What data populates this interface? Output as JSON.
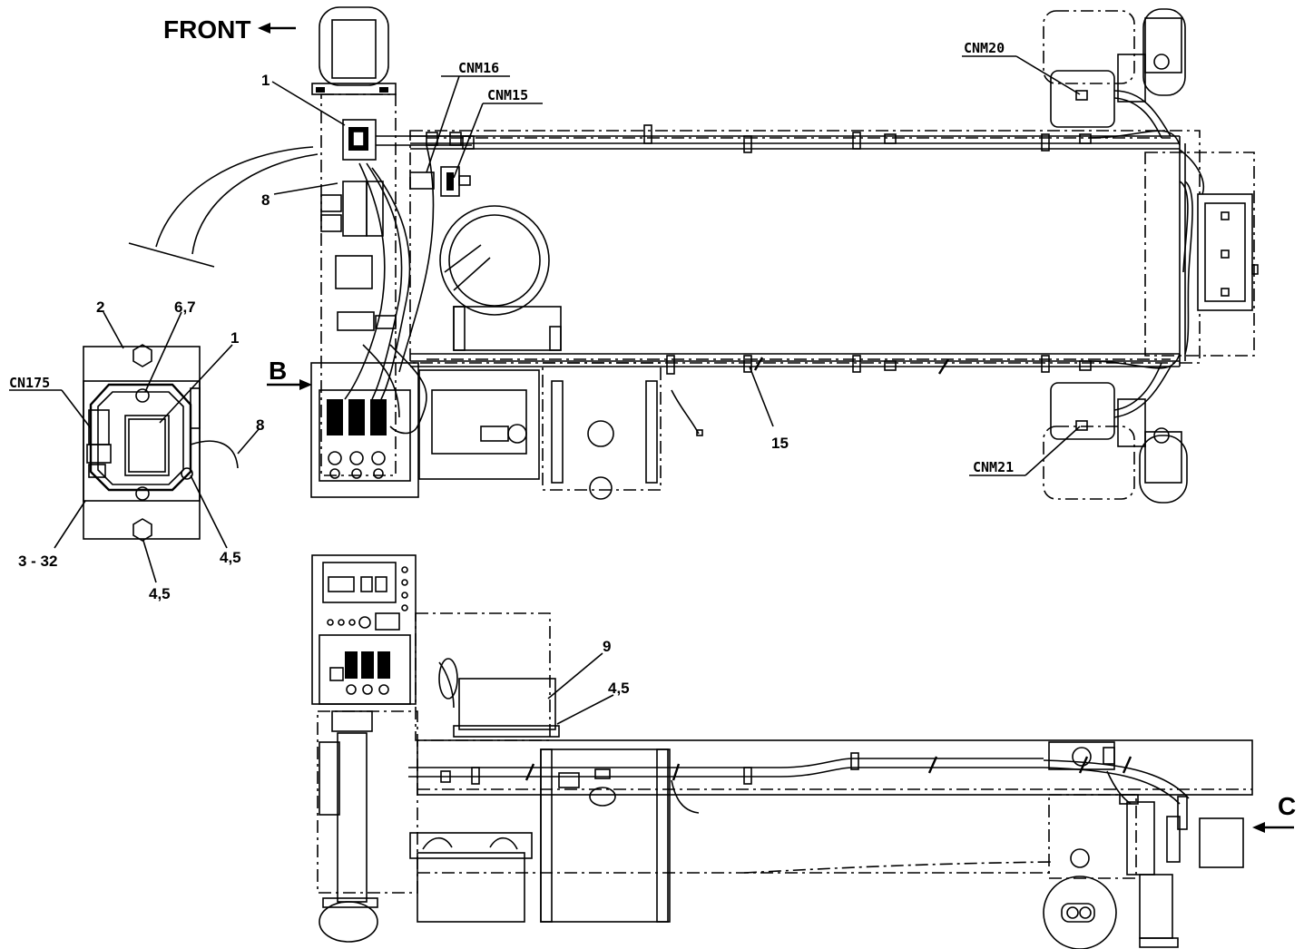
{
  "labels": {
    "front": "FRONT",
    "cnm16": "CNM16",
    "cnm15": "CNM15",
    "cnm20": "CNM20",
    "cnm21": "CNM21",
    "cn175": "CN175",
    "item_1_top": "1",
    "item_8_top": "8",
    "item_2": "2",
    "item_6_7": "6,7",
    "item_1_detail": "1",
    "item_8_detail": "8",
    "item_3_32": "3 - 32",
    "item_4_5_detail_a": "4,5",
    "item_4_5_detail_b": "4,5",
    "view_b": "B",
    "item_15": "15",
    "item_9": "9",
    "item_4_5_side": "4,5",
    "view_c": "C"
  }
}
